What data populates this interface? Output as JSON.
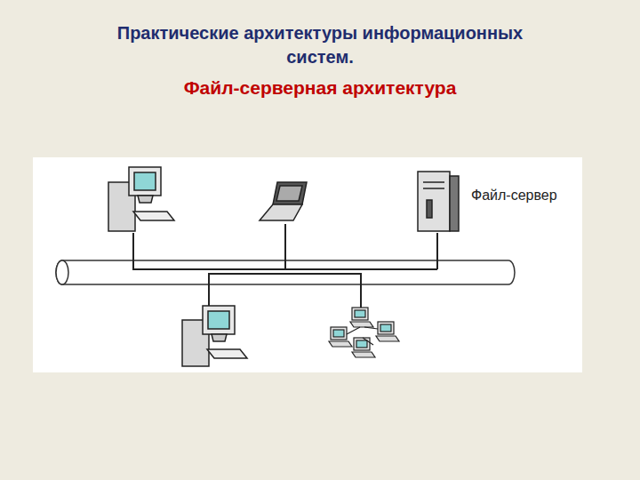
{
  "diagram": {
    "title": "Практические архитектуры информационных систем.",
    "labels": [
      "Файл-серверная архитектура",
      "Файл-сервер"
    ]
  }
}
